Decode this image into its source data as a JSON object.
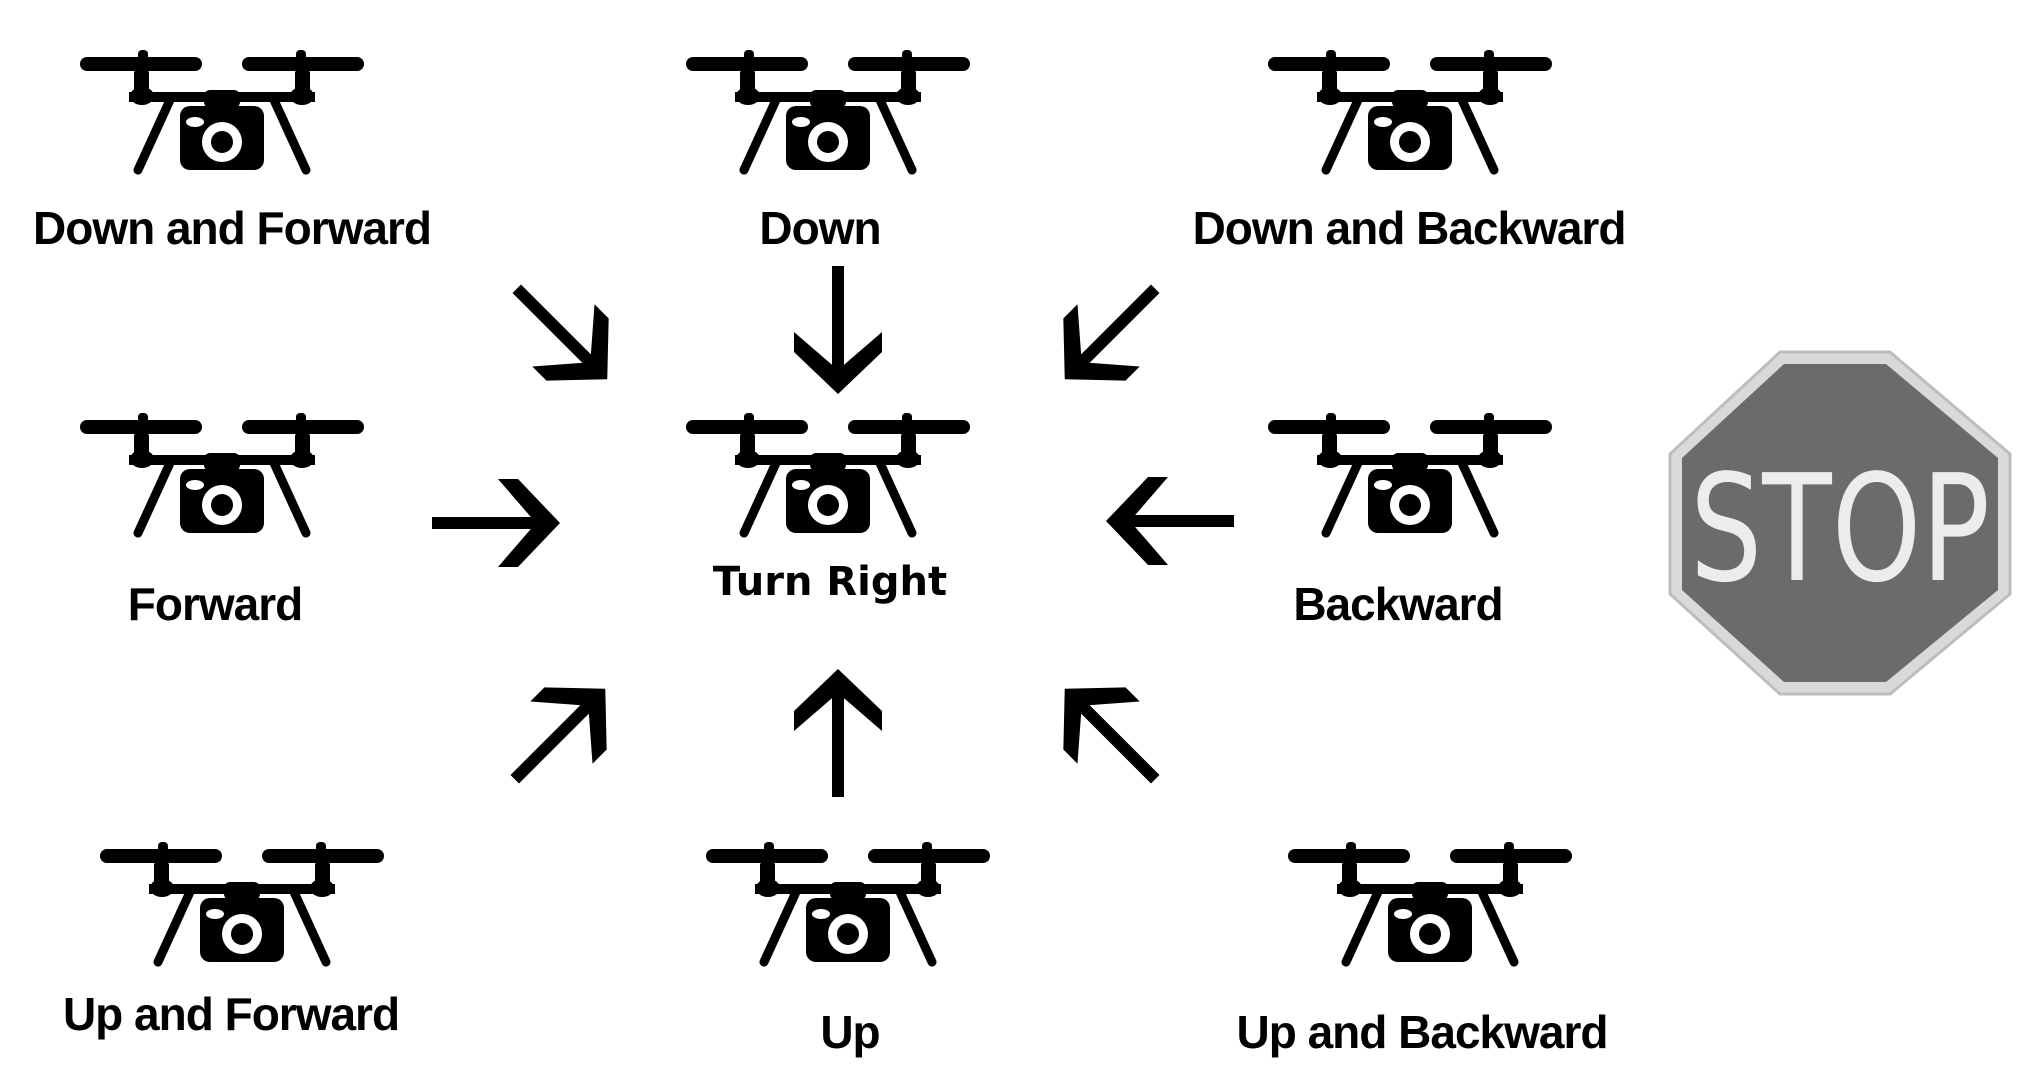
{
  "diagram": {
    "center": {
      "label": "Turn Right"
    },
    "drones": [
      {
        "id": "down-forward",
        "label": "Down and Forward"
      },
      {
        "id": "down",
        "label": "Down"
      },
      {
        "id": "down-backward",
        "label": "Down and Backward"
      },
      {
        "id": "forward",
        "label": "Forward"
      },
      {
        "id": "backward",
        "label": "Backward"
      },
      {
        "id": "up-forward",
        "label": "Up and Forward"
      },
      {
        "id": "up",
        "label": "Up"
      },
      {
        "id": "up-backward",
        "label": "Up and Backward"
      }
    ],
    "stop_sign": {
      "text": "STOP",
      "fill": "#6b6b6b",
      "border": "#e6e6e6"
    },
    "colors": {
      "ink": "#000000",
      "background": "#ffffff"
    }
  }
}
